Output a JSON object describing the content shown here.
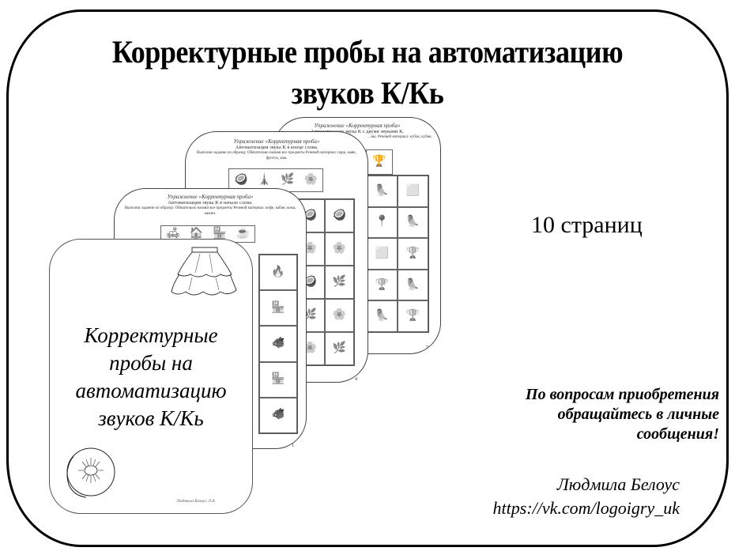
{
  "banner": {
    "title_line1": "Корректурные пробы на автоматизацию",
    "title_line2": "звуков К/Кь",
    "pages_count": "10 страниц",
    "contact_line1": "По вопросам приобретения",
    "contact_line2": "обращайтесь в личные",
    "contact_line3": "сообщения!",
    "author_name": "Людмила Белоус",
    "author_link": "https://vk.com/logoigry_uk"
  },
  "previews": {
    "page7": {
      "exercise": "Упражнение «Корректурная проба»",
      "subtitle": "Автоматизация звука К с двумя звуками К.",
      "instruction": "…ны. Речевой материал: кубок, кубик.",
      "number": "7",
      "sample_icons": [
        "trophy-icon"
      ],
      "grid": [
        [
          "parrot",
          "cube"
        ],
        [
          "pin",
          "parrot"
        ],
        [
          "cube",
          "trophy"
        ],
        [
          "trophy",
          "parrot"
        ],
        [
          "parrot",
          "trophy"
        ]
      ]
    },
    "page4": {
      "exercise": "Упражнение «Корректурная проба»",
      "subtitle": "Автоматизация звука К в конце слова.",
      "instruction": "Выполни задание по образцу. Обязательно назови все предметы Речевой материал: парк, маяк, фунтук, мак.",
      "number": "4",
      "sample_icons": [
        "nuts-icon",
        "lighthouse-icon",
        "spider-plant-icon",
        "poppy-icon"
      ],
      "grid": [
        [
          "nuts",
          "nuts"
        ],
        [
          "flower",
          "flower"
        ],
        [
          "nuts",
          "spider-plant"
        ],
        [
          "spider-plant",
          "flower"
        ],
        [
          "flower",
          "spider-plant"
        ]
      ]
    },
    "page1": {
      "exercise": "Упражнение «Корректурная проба»",
      "subtitle": "Автоматизация звука К в начале слова.",
      "instruction": "Выполни задание по образцу. Обязательно назови все предметы Речевой материал: кофе, кабан, кома, камин.",
      "number": "1",
      "sample_icons": [
        "sofa-icon",
        "fireplace-icon",
        "shop-icon",
        "coffee-icon"
      ],
      "grid": [
        [
          "fireplace"
        ],
        [
          "shop"
        ],
        [
          "boar"
        ],
        [
          "shop"
        ],
        [
          "boar"
        ]
      ]
    },
    "cover": {
      "title_line1": "Корректурные",
      "title_line2": "пробы на",
      "title_line3": "автоматизацию",
      "title_line4": "звуков К/Кь",
      "author": "Людмила Белоус Л.А.",
      "top_image": "skirt",
      "bottom_image": "kiwi"
    }
  },
  "colors": {
    "border": "#000000",
    "page_border": "#444444",
    "text": "#000000",
    "background": "#ffffff"
  }
}
